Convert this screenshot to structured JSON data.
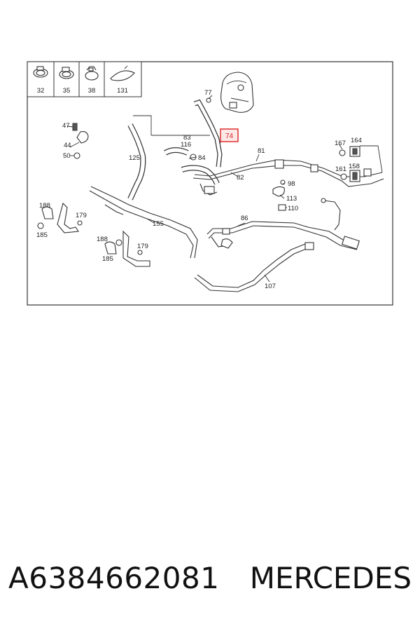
{
  "footer": {
    "part_number": "A6384662081",
    "brand": "MERCEDES"
  },
  "legend": [
    {
      "label": "32",
      "icon": "hose-clamp-icon"
    },
    {
      "label": "35",
      "icon": "hose-clamp-icon"
    },
    {
      "label": "38",
      "icon": "spring-clamp-icon"
    },
    {
      "label": "131",
      "icon": "cable-tie-icon"
    }
  ],
  "callouts": {
    "c77": "77",
    "c74": "74",
    "c83": "83",
    "c116": "116",
    "c84": "84",
    "c125": "125",
    "c81": "81",
    "c82": "82",
    "c47": "47",
    "c44": "44",
    "c50": "50",
    "c167": "167",
    "c164": "164",
    "c161": "161",
    "c158": "158",
    "c98": "98",
    "c113": "113",
    "c110": "110",
    "c188a": "188",
    "c179a": "179",
    "c185a": "185",
    "c155": "155",
    "c86": "86",
    "c188b": "188",
    "c179b": "179",
    "c185b": "185",
    "c107": "107"
  },
  "highlight": {
    "label": "74",
    "color": "#d22222"
  }
}
